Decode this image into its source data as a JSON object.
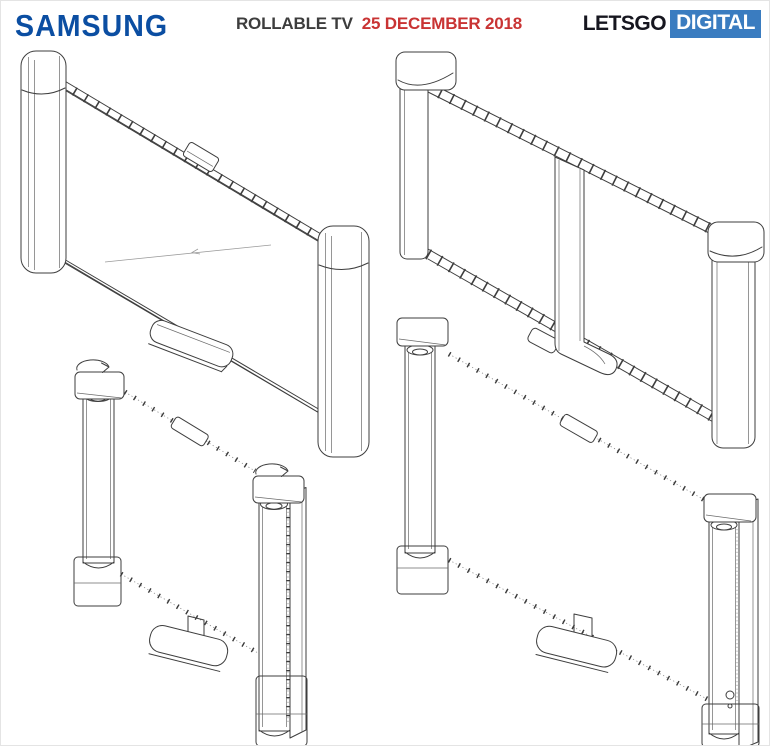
{
  "header": {
    "brand": "SAMSUNG",
    "title": "ROLLABLE TV",
    "date": "25 DECEMBER 2018",
    "site": {
      "letsgo": "LETSGO",
      "digital": "DIGITAL"
    }
  },
  "colors": {
    "samsung_blue": "#0b4ea2",
    "title_gray": "#3d3d3d",
    "date_red": "#c93434",
    "letsgo_dark": "#16161f",
    "digital_blue": "#3a7cc0",
    "sketch_line": "#3e3e3e",
    "background": "#ffffff"
  },
  "figures": [
    {
      "name": "rollable-tv-extended-front-view"
    },
    {
      "name": "rollable-tv-extended-rear-view"
    },
    {
      "name": "rollable-tv-rolled-front-view"
    },
    {
      "name": "rollable-tv-rolled-rear-view"
    }
  ]
}
